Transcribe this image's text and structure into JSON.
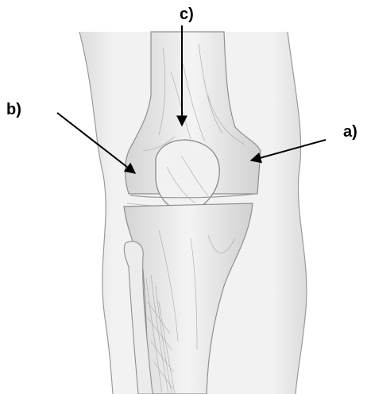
{
  "figure": {
    "labels": {
      "a": "a)",
      "b": "b)",
      "c": "c)"
    }
  },
  "colors": {
    "line": "#000000",
    "sketch": "#9a9a9a",
    "shade": "#e6e6e6",
    "background": "#ffffff"
  }
}
